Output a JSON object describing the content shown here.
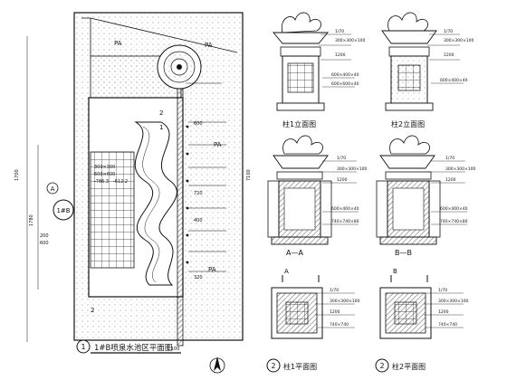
{
  "plan": {
    "title": "1#B喷泉水池区平面图",
    "number": "1",
    "scale": "1:100",
    "label_a": "A",
    "label_pa": "PA",
    "label_1": "1",
    "label_2": "2",
    "label_1b": "1#B",
    "detail_2": "2",
    "notes": [
      "300×300",
      "600×600",
      "-786.3",
      "-612.2",
      "720",
      "200",
      "600",
      "400",
      "320",
      "600",
      "1700",
      "1780",
      "7100"
    ]
  },
  "col1_elev": {
    "title": "柱1立面图",
    "notes": [
      "1/70",
      "300×300×100",
      "1200",
      "600×400×40",
      "600×600×40"
    ]
  },
  "col2_elev": {
    "title": "柱2立面图",
    "notes": [
      "1/70",
      "300×300×100",
      "1200",
      "600×400×40"
    ]
  },
  "section_aa": {
    "title": "A—A",
    "notes": [
      "1/70",
      "300×300×100",
      "1200",
      "600×400×40",
      "740×740×80"
    ]
  },
  "section_bb": {
    "title": "B—B",
    "notes": [
      "1/70",
      "300×300×100",
      "1200",
      "600×400×40",
      "740×740×80"
    ]
  },
  "col1_plan": {
    "title": "柱1平面图",
    "number": "2",
    "notes": [
      "1/70",
      "300×300×100",
      "1200",
      "740×740"
    ]
  },
  "col2_plan": {
    "title": "柱2平面图",
    "number": "2",
    "notes": [
      "1/70",
      "300×300×100",
      "1200",
      "740×740"
    ]
  },
  "section_marks": {
    "a": "A",
    "b": "B"
  }
}
